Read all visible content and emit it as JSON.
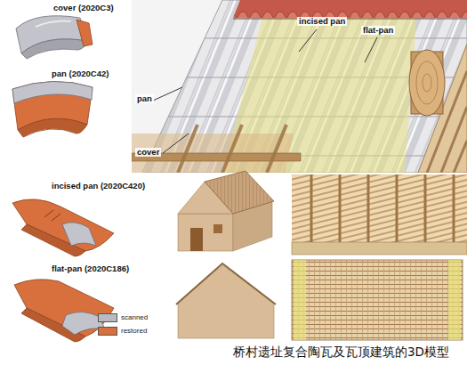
{
  "diagram": {
    "caption": "桥村遗址复合陶瓦及瓦顶建筑的3D模型",
    "labels": [
      "cover (2020C3)",
      "pan (2020C42)",
      "incised pan (2020C420)",
      "flat-pan (2020C186)",
      "incised pan",
      "flat-pan",
      "pan",
      "cover"
    ],
    "legend": [
      {
        "text": "scanned",
        "color": "#b9b9c2"
      },
      {
        "text": "restored",
        "color": "#d8703d"
      }
    ]
  }
}
